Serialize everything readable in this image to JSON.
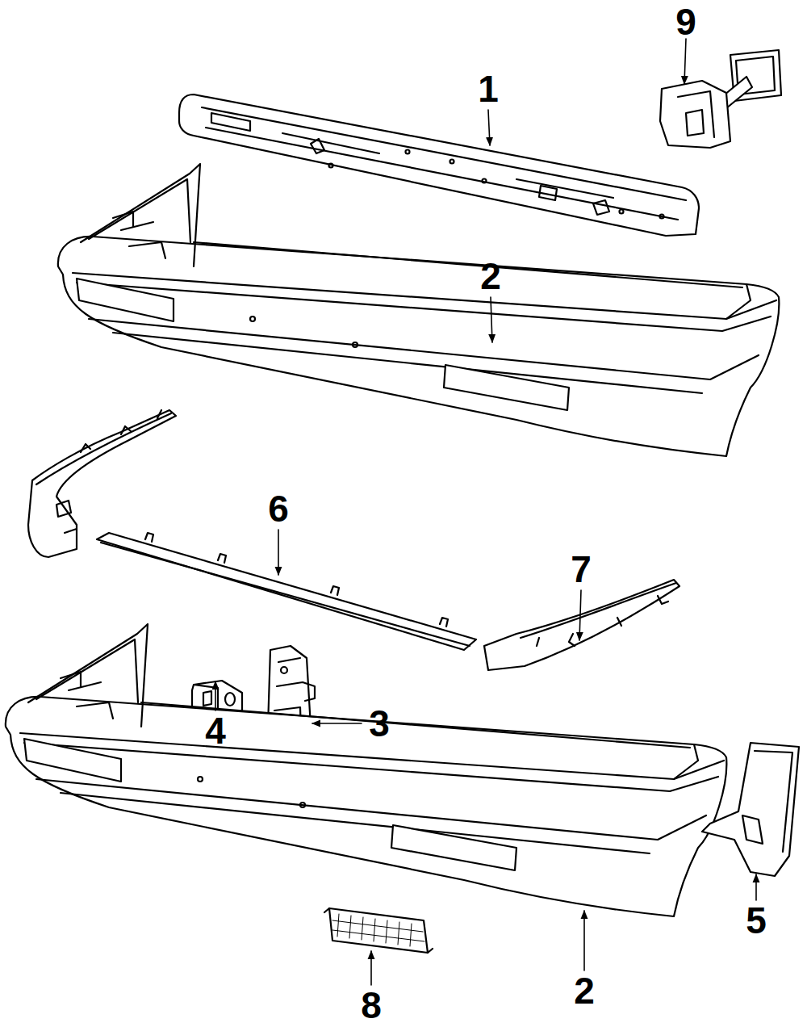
{
  "diagram": {
    "labels": [
      "9",
      "1",
      "2",
      "6",
      "7",
      "4",
      "3",
      "5",
      "2",
      "8"
    ]
  }
}
